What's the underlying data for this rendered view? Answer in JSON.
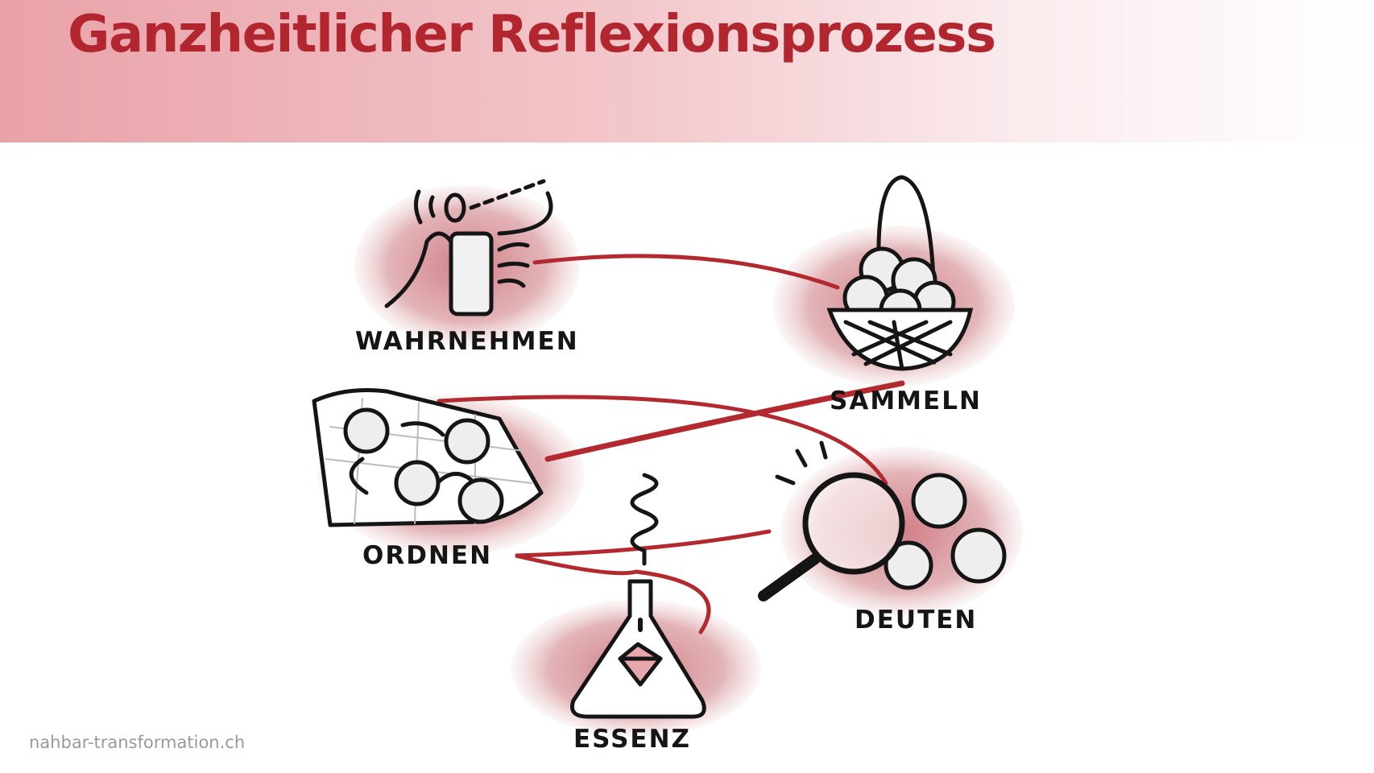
{
  "slide": {
    "title": "Ganzheitlicher Reflexionsprozess",
    "footer": "nahbar-transformation.ch"
  },
  "diagram": {
    "steps": [
      {
        "label": "WAHRNEHMEN",
        "icon": "perceive-icon"
      },
      {
        "label": "SAMMELN",
        "icon": "basket-icon"
      },
      {
        "label": "ORDNEN",
        "icon": "map-icon"
      },
      {
        "label": "DEUTEN",
        "icon": "magnifier-icon"
      },
      {
        "label": "ESSENZ",
        "icon": "flask-diamond-icon"
      }
    ]
  },
  "colors": {
    "accent": "#b1262f",
    "blob": "#d99ba0",
    "connector": "#b22a2f",
    "ink": "#151515"
  }
}
